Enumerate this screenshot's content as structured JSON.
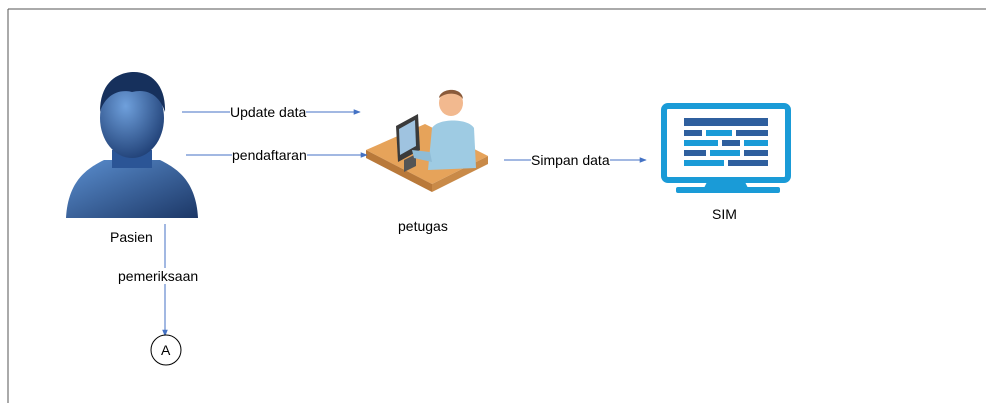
{
  "nodes": {
    "pasien": {
      "label": "Pasien",
      "icon": "patient-person-icon"
    },
    "petugas": {
      "label": "petugas",
      "icon": "staff-at-computer-desk-icon"
    },
    "sim": {
      "label": "SIM",
      "icon": "computer-monitor-icon"
    },
    "connector": {
      "label": "A",
      "icon": "off-page-connector-circle"
    }
  },
  "edges": {
    "update_data": {
      "label": "Update data",
      "from": "Pasien",
      "to": "petugas"
    },
    "pendaftaran": {
      "label": "pendaftaran",
      "from": "Pasien",
      "to": "petugas"
    },
    "simpan_data": {
      "label": "Simpan data",
      "from": "petugas",
      "to": "SIM"
    },
    "pemeriksaan": {
      "label": "pemeriksaan",
      "from": "Pasien",
      "to": "A"
    }
  },
  "colors": {
    "arrow": "#4472C4",
    "frame": "#555555",
    "person_dark": "#1c3766",
    "person_light": "#3a6fb0",
    "monitor": "#1a9bd7"
  }
}
